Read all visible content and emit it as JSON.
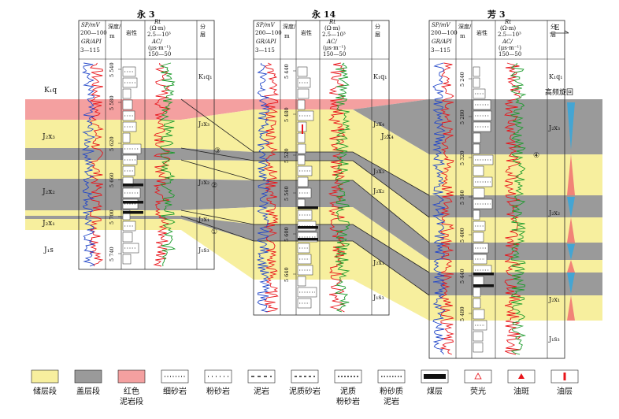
{
  "title": "",
  "direction": "E",
  "cycle_title": "高频旋回",
  "cycle_labels": [
    "①",
    "②",
    "③",
    "④"
  ],
  "wells": [
    {
      "name": "永 3",
      "header": {
        "sp": "SP/mV",
        "sp_range": "200—100",
        "gr": "GR/API",
        "gr_range": "3—115",
        "depth": "深度/m",
        "litho": "岩性",
        "rt": "Rt",
        "rt_unit": "(Ω·m)",
        "rt_range": "2.5—10³",
        "ac": "AC/",
        "ac_unit": "(μs·m⁻¹)",
        "ac_range": "150—50",
        "strat": "分层"
      },
      "depths": [
        "5 540",
        "5 580",
        "5 620",
        "5 660",
        "5 700",
        "5 740"
      ],
      "units": [
        "K₁q₁",
        "J₂x₃",
        "J₂x₂",
        "J₂x₁",
        "J₁s₃"
      ]
    },
    {
      "name": "永 14",
      "header": {
        "sp": "SP/mV",
        "sp_range": "200—100",
        "gr": "GR/API",
        "gr_range": "3—115",
        "depth": "深度/m",
        "litho": "岩性",
        "rt": "Rt",
        "rt_unit": "(Ω·m)",
        "rt_range": "2.5—10³",
        "ac": "AC/",
        "ac_unit": "(μs·m⁻¹)",
        "ac_range": "150—50",
        "strat": "分层"
      },
      "depths": [
        "5 440",
        "5 480",
        "5 520",
        "5 560",
        "5 600",
        "5 640"
      ],
      "units": [
        "K₁q₁",
        "J₂x₄",
        "J₂x₃",
        "J₂x₂",
        "J₂x₁",
        "J₁s₃"
      ]
    },
    {
      "name": "芳 3",
      "header": {
        "sp": "SP/mV",
        "sp_range": "200—100",
        "gr": "GR/API",
        "gr_range": "3—115",
        "depth": "深度/m",
        "litho": "岩性",
        "rt": "Rt",
        "rt_unit": "(Ω·m)",
        "rt_range": "2.5—10³",
        "ac": "AC/",
        "ac_unit": "(μs·m⁻¹)",
        "ac_range": "150—50",
        "strat": "分层"
      },
      "depths": [
        "5 240",
        "5 280",
        "5 320",
        "5 360",
        "5 400",
        "5 440",
        "5 480"
      ],
      "units": [
        "K₁q₁",
        "J₂x₃",
        "J₂x₂",
        "J₂x₁",
        "J₁s₃"
      ]
    }
  ],
  "left_units": [
    "K₁q",
    "J₂x₃",
    "J₂x₂",
    "J₂x₁",
    "J₁s"
  ],
  "mid_unit": "J₂x₄",
  "legend": [
    {
      "key": "reservoir",
      "label": "储层段",
      "color": "#f7ef9e"
    },
    {
      "key": "caprock",
      "label": "盖层段",
      "color": "#9a9a9a"
    },
    {
      "key": "redmud",
      "label": "红色\n泥岩段",
      "color": "#f4a0a0"
    },
    {
      "key": "fine_sand",
      "label": "细砂岩"
    },
    {
      "key": "silt",
      "label": "粉砂岩"
    },
    {
      "key": "mud",
      "label": "泥岩"
    },
    {
      "key": "mud_sand",
      "label": "泥质砂岩"
    },
    {
      "key": "mud_silt",
      "label": "泥质\n粉砂岩"
    },
    {
      "key": "silt_mud",
      "label": "粉砂质\n泥岩"
    },
    {
      "key": "coal",
      "label": "煤层"
    },
    {
      "key": "fluor",
      "label": "荧光"
    },
    {
      "key": "oil_spot",
      "label": "油斑"
    },
    {
      "key": "oil_layer",
      "label": "油层"
    }
  ]
}
